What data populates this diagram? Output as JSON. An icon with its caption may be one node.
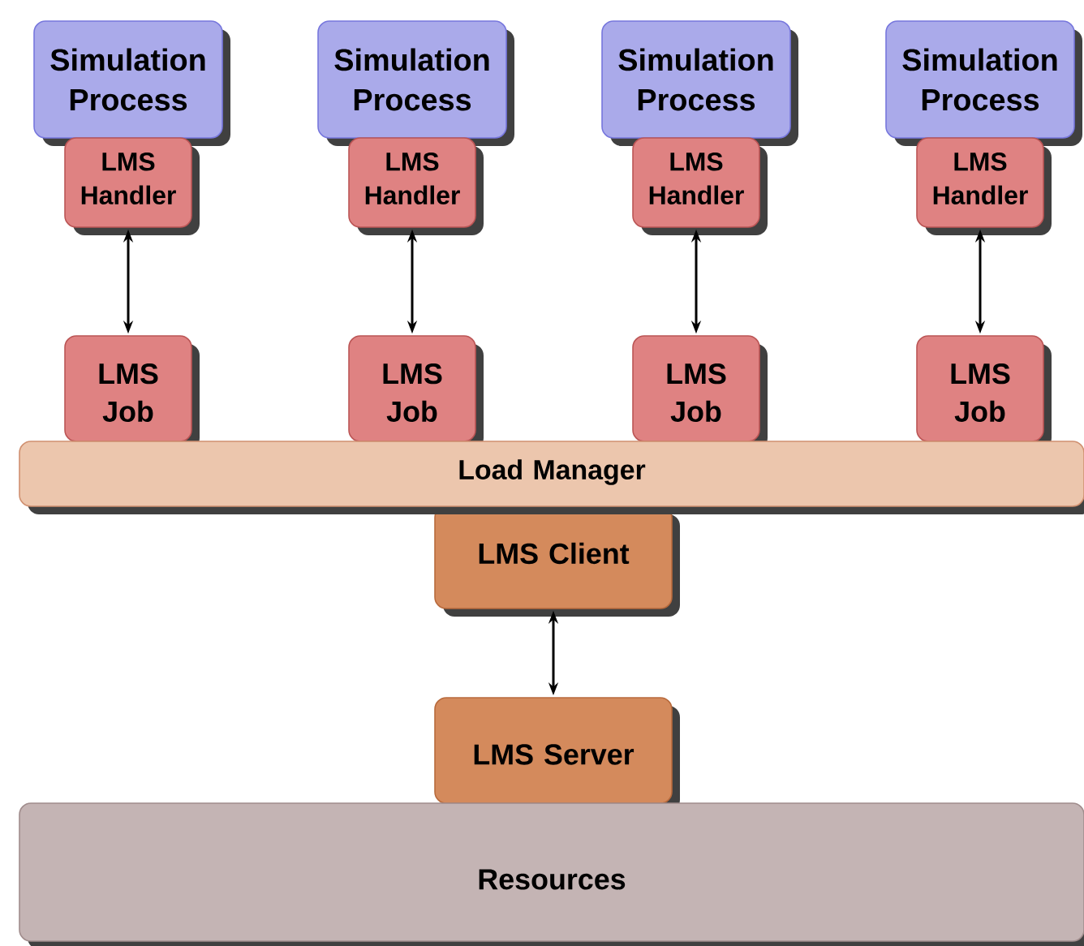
{
  "diagram": {
    "nodes": [
      {
        "text": [
          "Simulation Process"
        ]
      },
      {
        "text": [
          "Simulation Process"
        ]
      },
      {
        "text": [
          "Simulation Process"
        ]
      },
      {
        "text": [
          "Simulation Process"
        ]
      },
      {
        "text": [
          "LMS Handler"
        ]
      },
      {
        "text": [
          "LMS Handler"
        ]
      },
      {
        "text": [
          "LMS Handler"
        ]
      },
      {
        "text": [
          "LMS Handler"
        ]
      },
      {
        "text": [
          "LMS Job"
        ]
      },
      {
        "text": [
          "LMS Job"
        ]
      },
      {
        "text": [
          "LMS Job"
        ]
      },
      {
        "text": [
          "LMS Job"
        ]
      },
      {
        "text": [
          "Load Manager"
        ]
      },
      {
        "text": [
          "LMS Client"
        ]
      },
      {
        "text": [
          "LMS Server"
        ]
      },
      {
        "text": [
          "Resources"
        ]
      }
    ],
    "edges": [
      {
        "from": 4,
        "to": 8,
        "arrow": "both"
      },
      {
        "from": 5,
        "to": 9,
        "arrow": "both"
      },
      {
        "from": 6,
        "to": 10,
        "arrow": "both"
      },
      {
        "from": 7,
        "to": 11,
        "arrow": "both"
      },
      {
        "from": 13,
        "to": 14,
        "arrow": "both"
      }
    ]
  }
}
